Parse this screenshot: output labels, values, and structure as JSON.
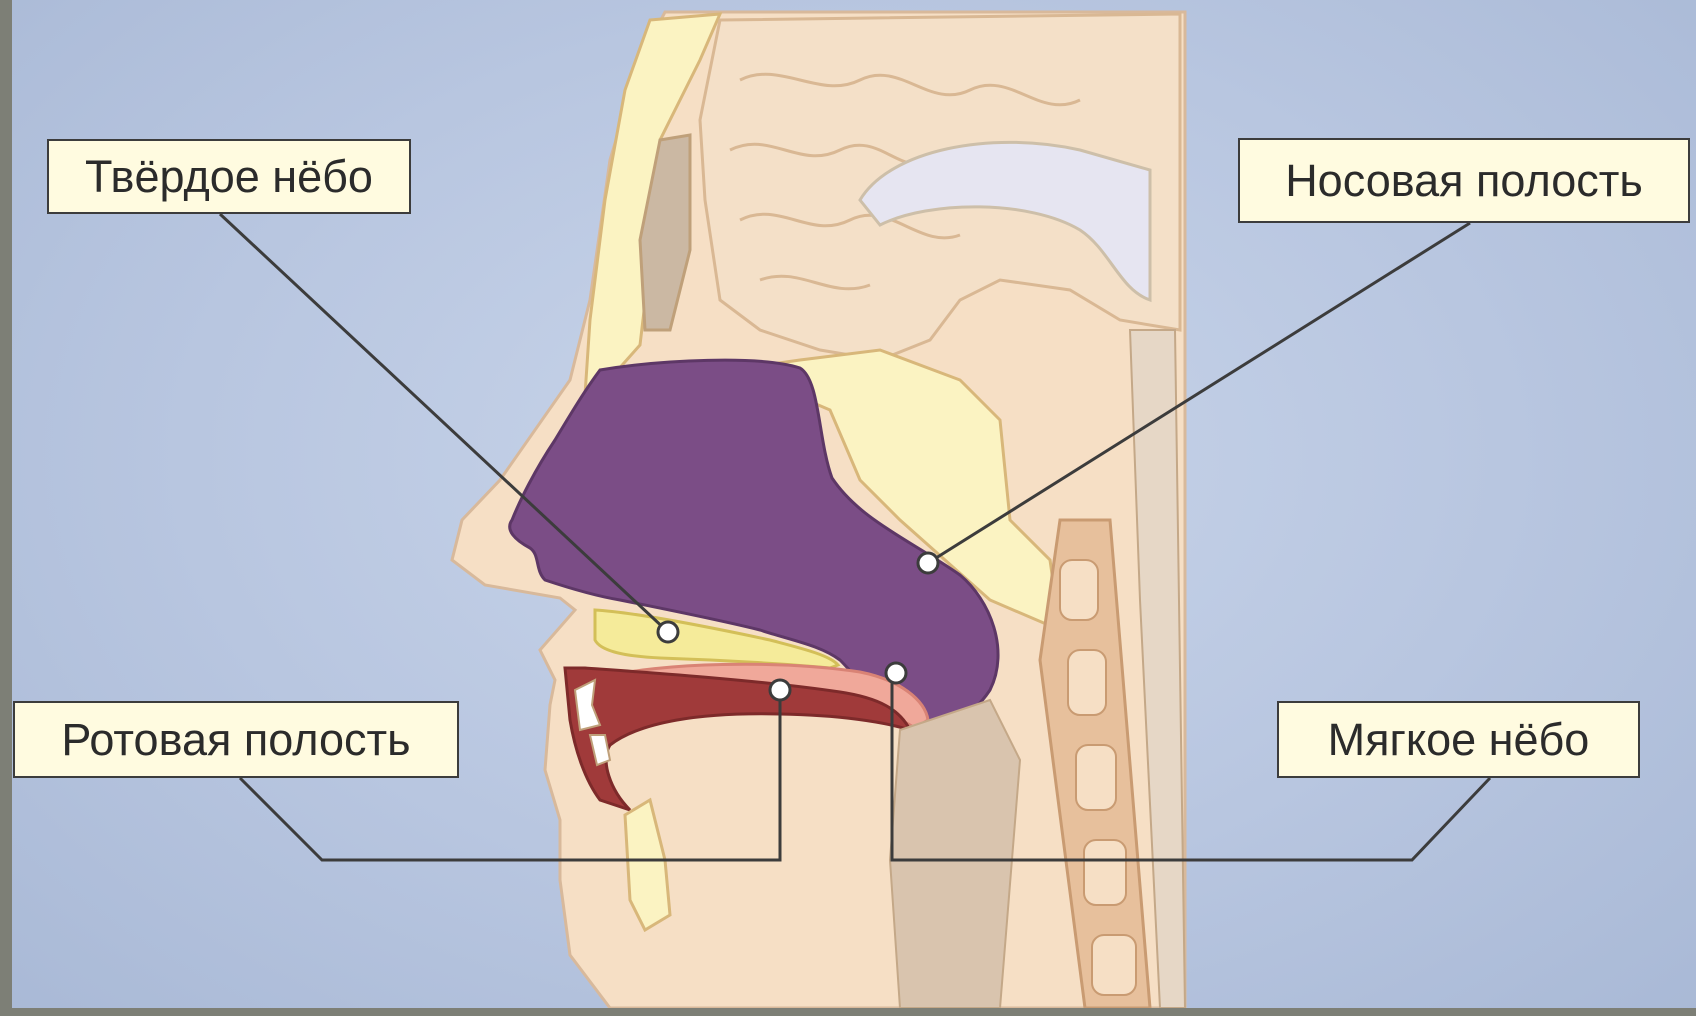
{
  "labels": {
    "hard_palate": "Твёрдое нёбо",
    "nasal_cavity": "Носовая полость",
    "oral_cavity": "Ротовая полость",
    "soft_palate": "Мягкое нёбо"
  },
  "colors": {
    "background": "#b7c5df",
    "skin": "#f6dfc5",
    "bone": "#fbf3c2",
    "brain": "#f4e0c8",
    "nasal_cavity": "#7b4d86",
    "hard_palate": "#f5eb9a",
    "soft_palate": "#f0a89a",
    "tongue": "#a03a3a",
    "label_background": "#fffbe0",
    "leader_line": "#3c3c3c"
  }
}
